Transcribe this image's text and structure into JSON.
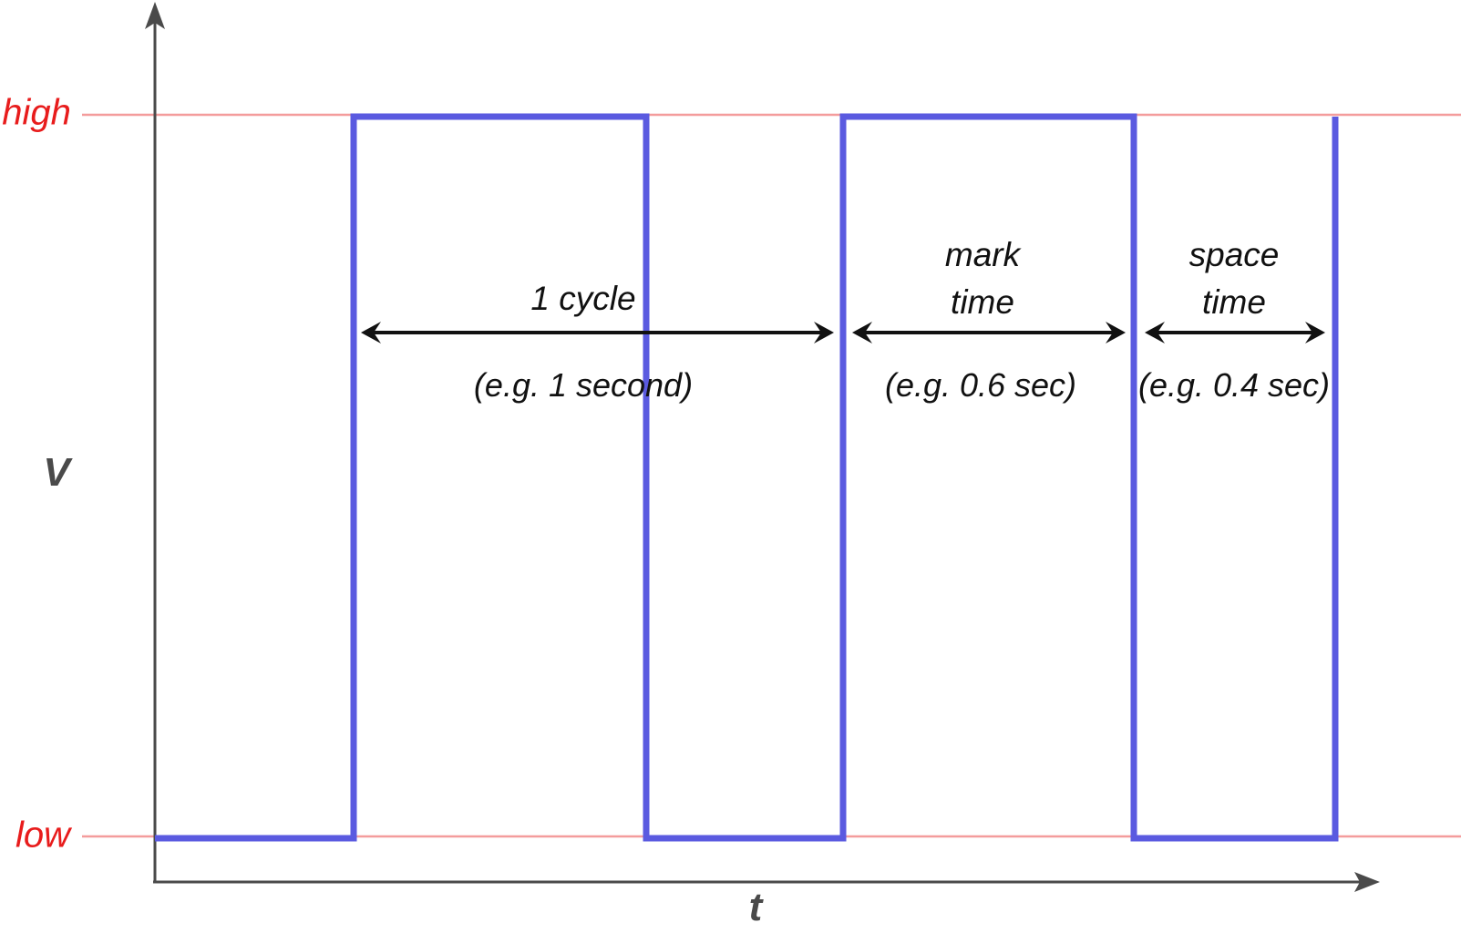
{
  "figure": {
    "type": "square-wave-timing-diagram",
    "y_axis_label": "V",
    "x_axis_label": "t",
    "levels": {
      "high_label": "high",
      "low_label": "low"
    },
    "annotations": {
      "cycle": {
        "label": "1 cycle",
        "example": "(e.g. 1 second)"
      },
      "mark": {
        "line1": "mark",
        "line2": "time",
        "example": "(e.g. 0.6 sec)"
      },
      "space": {
        "line1": "space",
        "line2": "time",
        "example": "(e.g. 0.4 sec)"
      }
    },
    "waveform": {
      "shape": "square wave between low and high",
      "segment_sequence": [
        "low",
        "high",
        "low",
        "high",
        "low",
        "rising-edge"
      ]
    }
  },
  "colors": {
    "signal_blue": "#5a5ae0",
    "level_text_red": "#e81c1c",
    "level_line_red": "#f49c9c",
    "axis_gray": "#4a4a4a",
    "arrow_black": "#111111"
  }
}
